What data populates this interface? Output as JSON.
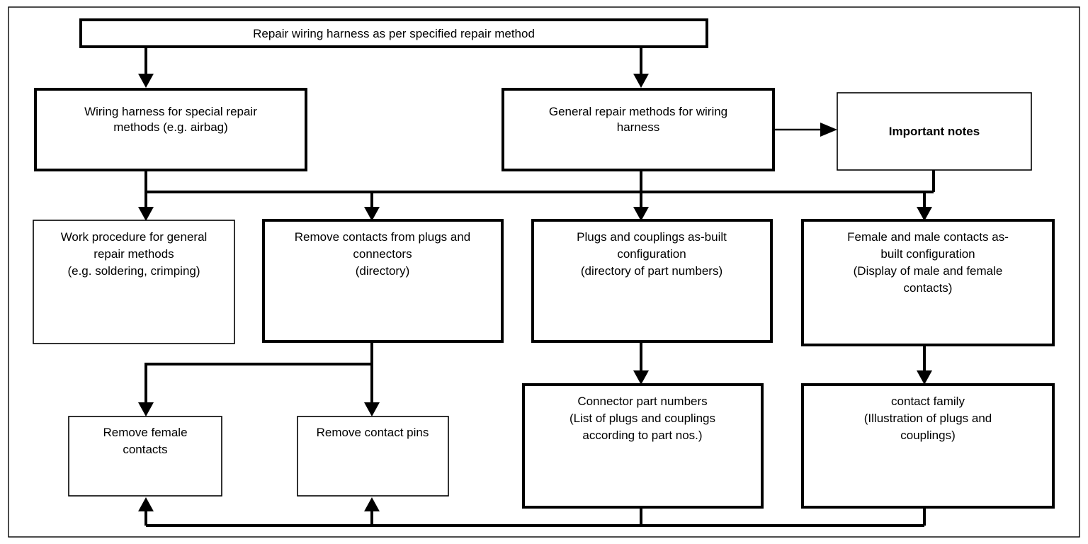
{
  "diagram": {
    "title": "Wiring harness repair method flowchart",
    "background_color": "#ffffff",
    "line_color": "#000000",
    "frame": {
      "present": true,
      "style": "thin-rectangle"
    },
    "nodes": [
      {
        "id": "root",
        "lines": [
          "Repair wiring harness as per specified repair method"
        ],
        "border": "thick",
        "bold": false,
        "align": "center"
      },
      {
        "id": "special",
        "lines": [
          "Wiring harness for special repair",
          "methods (e.g. airbag)"
        ],
        "border": "thick",
        "bold": false,
        "align": "top"
      },
      {
        "id": "general",
        "lines": [
          "General repair methods for wiring",
          "harness"
        ],
        "border": "thick",
        "bold": false,
        "align": "top"
      },
      {
        "id": "notes",
        "lines": [
          "Important notes"
        ],
        "border": "thin",
        "bold": true,
        "align": "center"
      },
      {
        "id": "work-procedure",
        "lines": [
          "Work procedure for general",
          "repair methods",
          "(e.g. soldering, crimping)"
        ],
        "border": "thin",
        "bold": false,
        "align": "top"
      },
      {
        "id": "remove-contacts",
        "lines": [
          "Remove contacts from plugs and",
          "connectors",
          "(directory)"
        ],
        "border": "thick",
        "bold": false,
        "align": "top"
      },
      {
        "id": "plugs-couplings",
        "lines": [
          "Plugs and couplings as-built",
          "configuration",
          "(directory of part numbers)"
        ],
        "border": "thick",
        "bold": false,
        "align": "top"
      },
      {
        "id": "female-male",
        "lines": [
          "Female and male contacts as-",
          "built configuration",
          "(Display of male and female",
          "contacts)"
        ],
        "border": "thick",
        "bold": false,
        "align": "top"
      },
      {
        "id": "remove-female",
        "lines": [
          "Remove female",
          "contacts"
        ],
        "border": "thin",
        "bold": false,
        "align": "top"
      },
      {
        "id": "remove-pins",
        "lines": [
          "Remove contact pins"
        ],
        "border": "thin",
        "bold": false,
        "align": "top"
      },
      {
        "id": "connector-numbers",
        "lines": [
          "Connector part numbers",
          "(List of plugs and couplings",
          "according to part nos.)"
        ],
        "border": "thick",
        "bold": false,
        "align": "top"
      },
      {
        "id": "contact-family",
        "lines": [
          "contact family",
          "(Illustration of plugs and",
          "couplings)"
        ],
        "border": "thick",
        "bold": false,
        "align": "top"
      }
    ],
    "edges": [
      {
        "from": "root",
        "to": "special",
        "type": "arrow-down"
      },
      {
        "from": "root",
        "to": "general",
        "type": "arrow-down"
      },
      {
        "from": "general",
        "to": "notes",
        "type": "arrow-right"
      },
      {
        "from": "bus-upper",
        "to": "work-procedure",
        "type": "arrow-down"
      },
      {
        "from": "bus-upper",
        "to": "remove-contacts",
        "type": "arrow-down"
      },
      {
        "from": "bus-upper",
        "to": "plugs-couplings",
        "type": "arrow-down"
      },
      {
        "from": "bus-upper",
        "to": "female-male",
        "type": "arrow-down"
      },
      {
        "from": "remove-contacts",
        "to": "remove-female",
        "type": "arrow-down-branch"
      },
      {
        "from": "remove-contacts",
        "to": "remove-pins",
        "type": "arrow-down"
      },
      {
        "from": "plugs-couplings",
        "to": "connector-numbers",
        "type": "arrow-down"
      },
      {
        "from": "female-male",
        "to": "contact-family",
        "type": "arrow-down"
      },
      {
        "from": "bus-lower",
        "to": "remove-female",
        "type": "arrow-up"
      },
      {
        "from": "bus-lower",
        "to": "remove-pins",
        "type": "arrow-up"
      },
      {
        "from": "connector-numbers",
        "to": "bus-lower",
        "type": "line-down"
      },
      {
        "from": "contact-family",
        "to": "bus-lower",
        "type": "line-down"
      }
    ]
  }
}
